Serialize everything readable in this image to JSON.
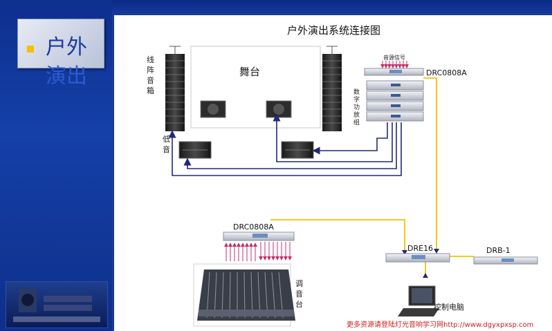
{
  "slide": {
    "heading_line1": "户外",
    "heading_line2": "演出",
    "diagram_title": "户外演出系统连接图",
    "footer": "更多资源请登陆灯光音响学习网http://www.dgyxpxsp.com"
  },
  "labels": {
    "stage": "舞台",
    "line_array_v": "线阵音箱",
    "sub_v": "低音",
    "amp_v": "数字功放组",
    "audio_signal": "音源信号",
    "drc_top": "DRC0808A",
    "drc_bottom": "DRC0808A",
    "dre": "DRE16",
    "drb": "DRB-1",
    "console_v": "调音台",
    "pc": "控制电脑"
  },
  "colors": {
    "signal_line": "#f2c200",
    "speaker_line": "#22287a",
    "sidebar": "#1540a8",
    "footer_text": "#d02020"
  }
}
